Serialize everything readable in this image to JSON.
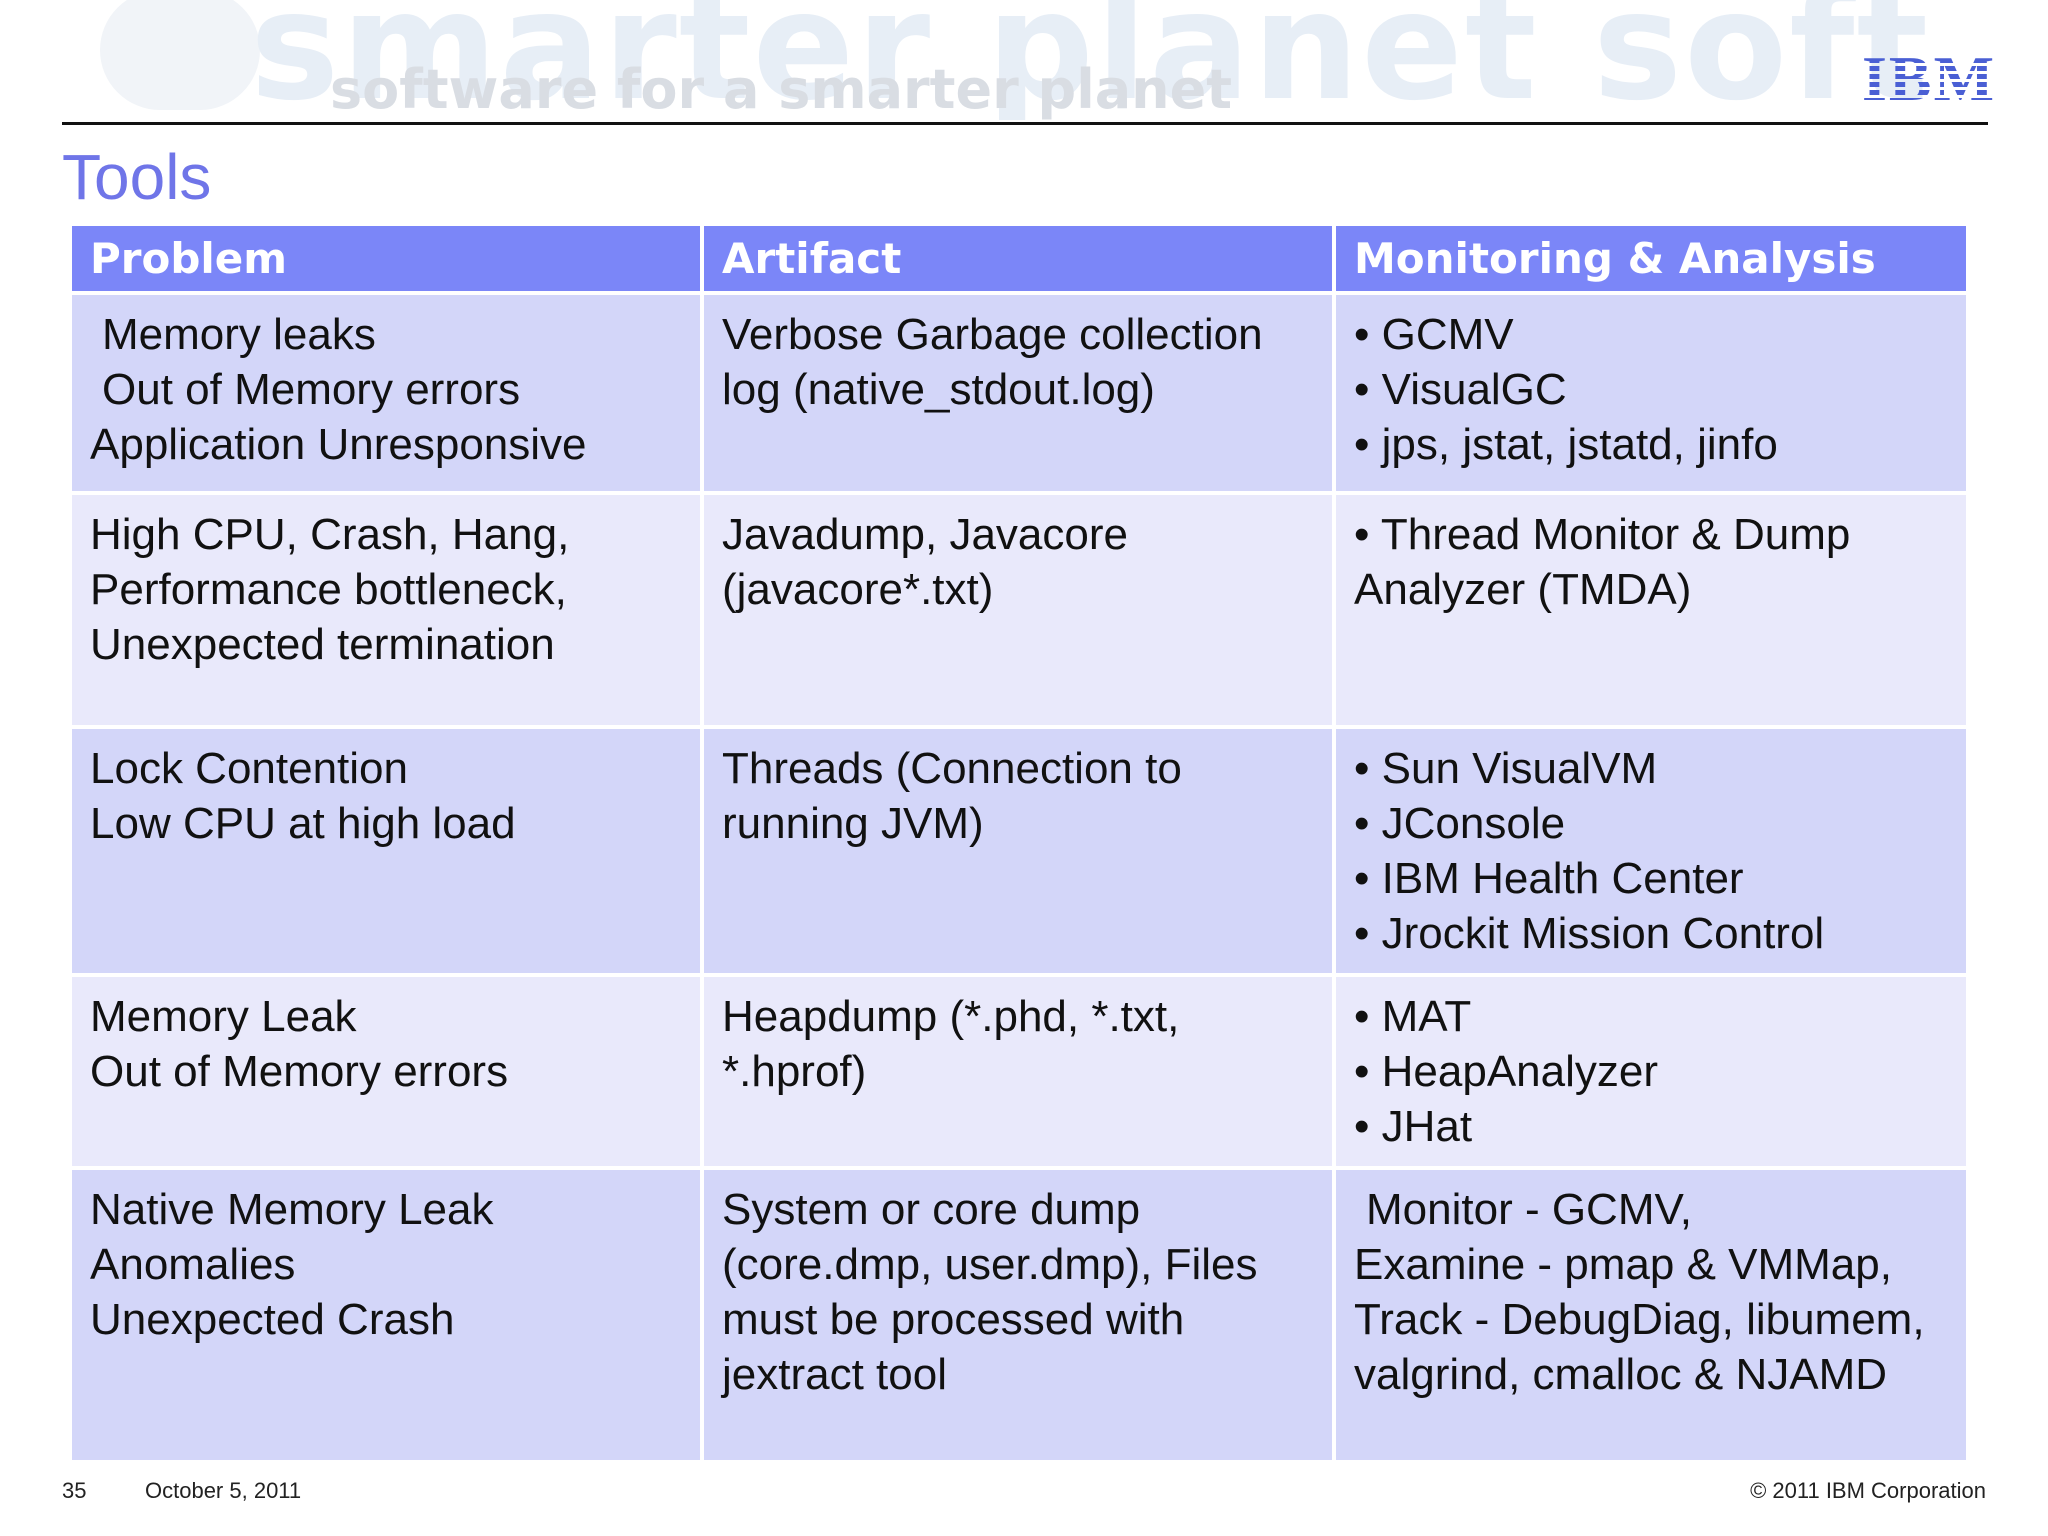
{
  "banner": {
    "big_text": "smarter planet   soft",
    "small_text": "software for a smarter planet"
  },
  "logo": {
    "text": "IBM"
  },
  "title": "Tools",
  "table": {
    "headers": [
      "Problem",
      "Artifact",
      "Monitoring & Analysis"
    ],
    "rows": [
      {
        "problem": [
          "Memory leaks",
          "Out of Memory errors",
          "Application Unresponsive"
        ],
        "artifact": [
          "Verbose Garbage collection",
          "log (native_stdout.log)"
        ],
        "monitoring": [
          "GCMV",
          "VisualGC",
          "jps, jstat, jstatd, jinfo"
        ]
      },
      {
        "problem": [
          "High CPU, Crash, Hang,",
          "Performance bottleneck,",
          "Unexpected termination"
        ],
        "artifact": [
          "Javadump, Javacore",
          "(javacore*.txt)"
        ],
        "monitoring": [
          "Thread Monitor & Dump",
          "Analyzer (TMDA)"
        ]
      },
      {
        "problem": [
          "Lock Contention",
          "Low CPU at high load"
        ],
        "artifact": [
          "Threads (Connection to",
          "running JVM)"
        ],
        "monitoring": [
          "Sun VisualVM",
          "JConsole",
          "IBM Health Center",
          "Jrockit Mission Control"
        ]
      },
      {
        "problem": [
          "Memory Leak",
          "Out of Memory errors"
        ],
        "artifact": [
          "Heapdump (*.phd, *.txt,",
          "*.hprof)"
        ],
        "monitoring": [
          "MAT",
          "HeapAnalyzer",
          "JHat"
        ]
      },
      {
        "problem": [
          "Native Memory Leak",
          "Anomalies",
          "Unexpected Crash"
        ],
        "artifact": [
          "System or core dump",
          "(core.dmp, user.dmp), Files",
          "must be processed with",
          "jextract tool"
        ],
        "monitoring": [
          "Monitor - GCMV,",
          "Examine -  pmap & VMMap,",
          "Track - DebugDiag, libumem,",
          "valgrind, cmalloc & NJAMD"
        ]
      }
    ]
  },
  "footer": {
    "page_number": "35",
    "date": "October 5, 2011",
    "copyright": "© 2011 IBM Corporation"
  }
}
